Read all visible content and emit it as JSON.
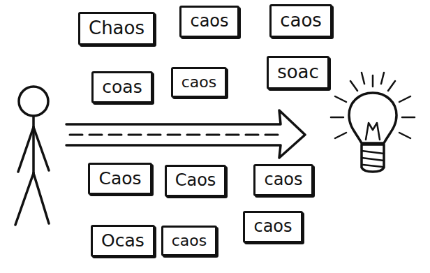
{
  "diagram": {
    "nodes": [
      {
        "text": [
          "Chaos"
        ]
      },
      {
        "text": [
          "caos"
        ]
      },
      {
        "text": [
          "caos"
        ]
      },
      {
        "text": [
          "coas"
        ]
      },
      {
        "text": [
          "caos"
        ]
      },
      {
        "text": [
          "soac"
        ]
      },
      {
        "text": [
          "Caos"
        ]
      },
      {
        "text": [
          "Caos"
        ]
      },
      {
        "text": [
          "caos"
        ]
      },
      {
        "text": [
          "Ocas"
        ]
      },
      {
        "text": [
          "caos"
        ]
      },
      {
        "text": [
          "caos"
        ]
      }
    ]
  }
}
